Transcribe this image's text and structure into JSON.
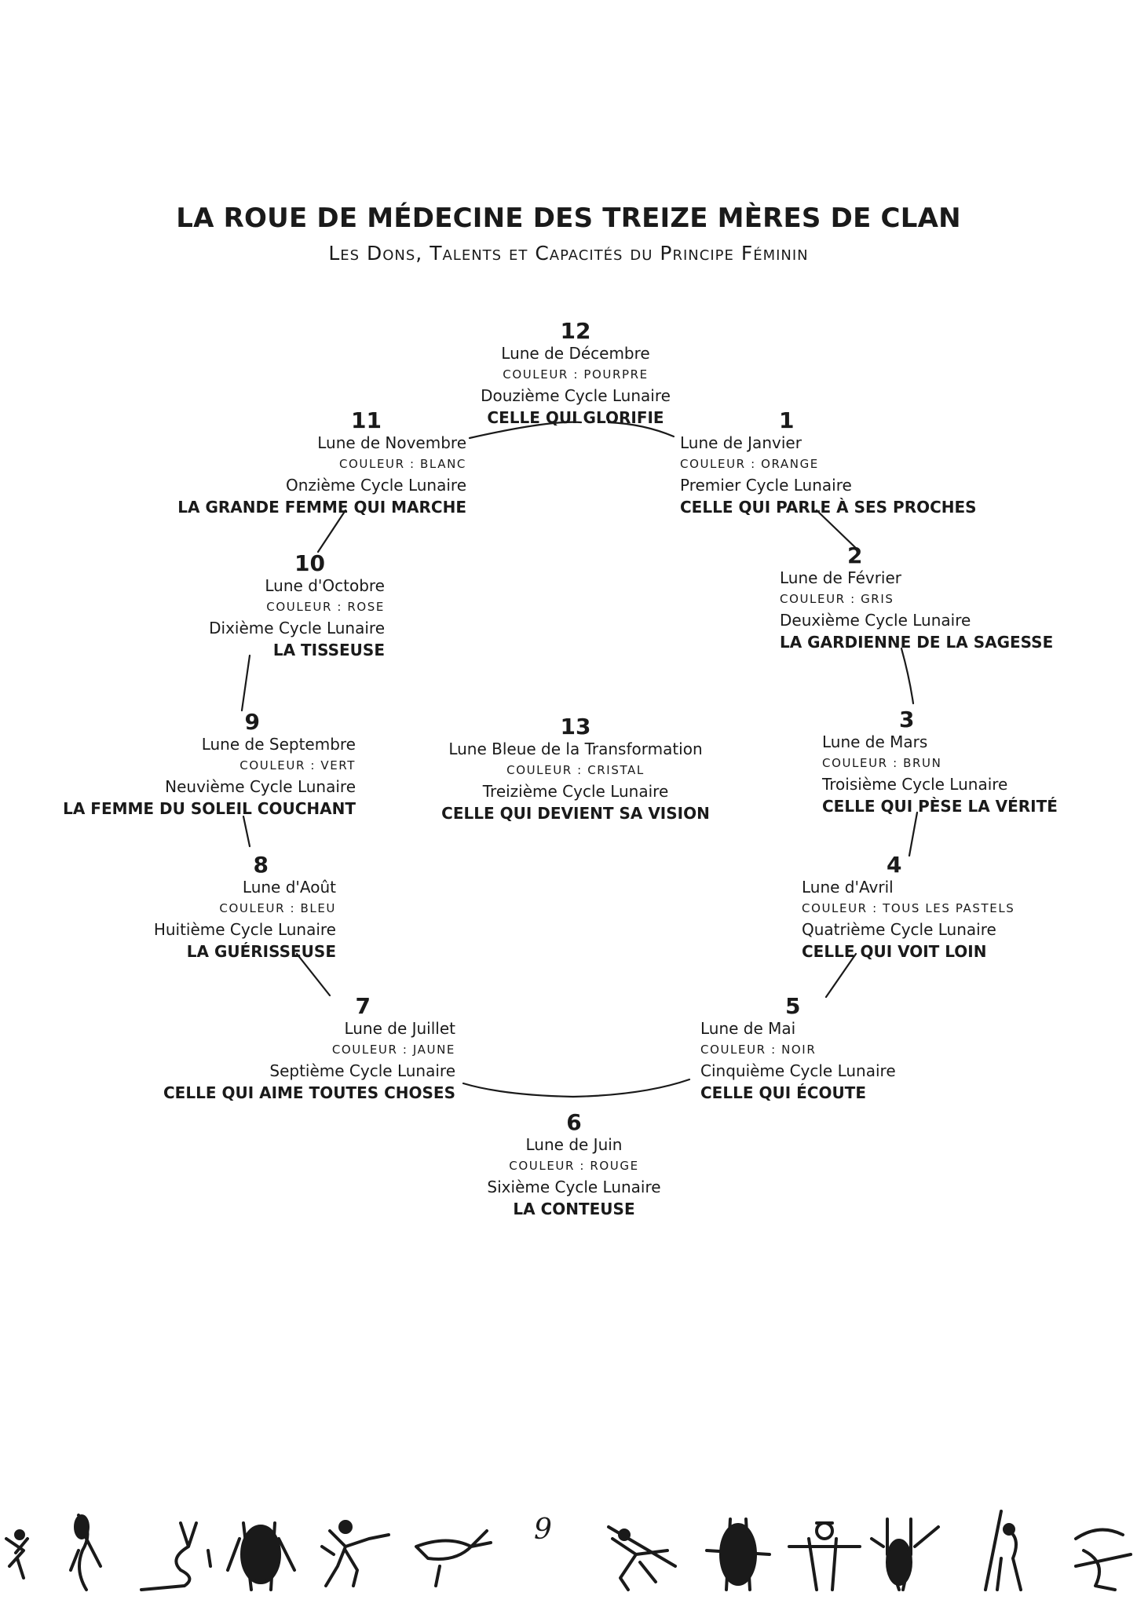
{
  "title": "LA ROUE DE MÉDECINE DES TREIZE MÈRES DE CLAN",
  "subtitle": "Les Dons, Talents et Capacités du Principe Féminin",
  "page_number": "9",
  "moons": {
    "m12": {
      "num": "12",
      "moon": "Lune de Décembre",
      "color": "COULEUR : POURPRE",
      "cycle": "Douzième Cycle Lunaire",
      "name": "CELLE QUI GLORIFIE"
    },
    "m1": {
      "num": "1",
      "moon": "Lune de Janvier",
      "color": "COULEUR : ORANGE",
      "cycle": "Premier Cycle Lunaire",
      "name": "CELLE QUI PARLE À SES PROCHES"
    },
    "m2": {
      "num": "2",
      "moon": "Lune de Février",
      "color": "COULEUR : GRIS",
      "cycle": "Deuxième Cycle Lunaire",
      "name": "LA GARDIENNE DE LA SAGESSE"
    },
    "m3": {
      "num": "3",
      "moon": "Lune de Mars",
      "color": "COULEUR : BRUN",
      "cycle": "Troisième Cycle Lunaire",
      "name": "CELLE QUI PÈSE LA VÉRITÉ"
    },
    "m4": {
      "num": "4",
      "moon": "Lune d'Avril",
      "color": "COULEUR : TOUS LES PASTELS",
      "cycle": "Quatrième Cycle Lunaire",
      "name": "CELLE QUI VOIT LOIN"
    },
    "m5": {
      "num": "5",
      "moon": "Lune de Mai",
      "color": "COULEUR : NOIR",
      "cycle": "Cinquième Cycle Lunaire",
      "name": "CELLE QUI ÉCOUTE"
    },
    "m6": {
      "num": "6",
      "moon": "Lune de Juin",
      "color": "COULEUR : ROUGE",
      "cycle": "Sixième Cycle Lunaire",
      "name": "LA CONTEUSE"
    },
    "m7": {
      "num": "7",
      "moon": "Lune de Juillet",
      "color": "COULEUR : JAUNE",
      "cycle": "Septième Cycle Lunaire",
      "name": "CELLE QUI AIME TOUTES CHOSES"
    },
    "m8": {
      "num": "8",
      "moon": "Lune d'Août",
      "color": "COULEUR : BLEU",
      "cycle": "Huitième Cycle Lunaire",
      "name": "LA GUÉRISSEUSE"
    },
    "m9": {
      "num": "9",
      "moon": "Lune de Septembre",
      "color": "COULEUR : VERT",
      "cycle": "Neuvième Cycle Lunaire",
      "name": "LA FEMME DU SOLEIL COUCHANT"
    },
    "m10": {
      "num": "10",
      "moon": "Lune d'Octobre",
      "color": "COULEUR : ROSE",
      "cycle": "Dixième Cycle Lunaire",
      "name": "LA TISSEUSE"
    },
    "m11": {
      "num": "11",
      "moon": "Lune de Novembre",
      "color": "COULEUR : BLANC",
      "cycle": "Onzième Cycle Lunaire",
      "name": "LA GRANDE FEMME QUI MARCHE"
    },
    "m13": {
      "num": "13",
      "moon": "Lune Bleue de la Transformation",
      "color": "COULEUR : CRISTAL",
      "cycle": "Treizième Cycle Lunaire",
      "name": "CELLE QUI DEVIENT SA VISION"
    }
  }
}
